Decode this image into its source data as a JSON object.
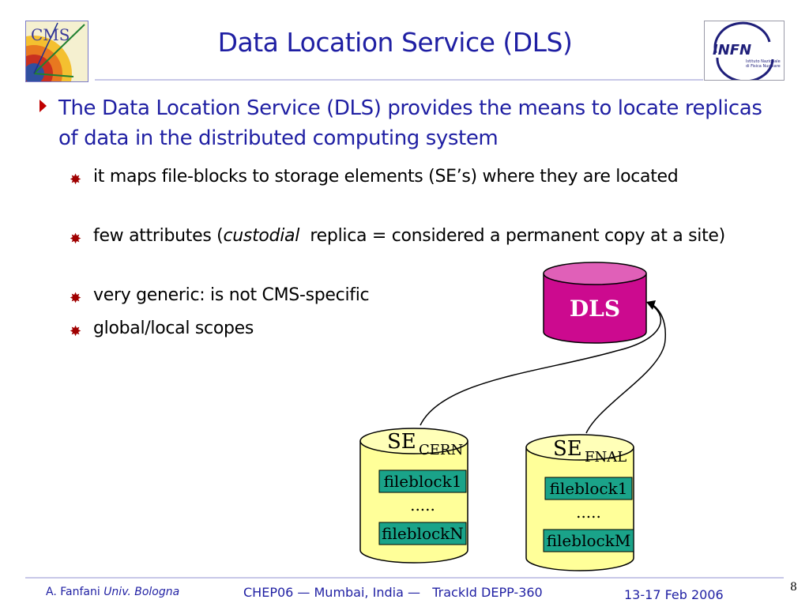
{
  "slide": {
    "title": "Data Location Service (DLS)",
    "bullet_main": "The Data Location Service (DLS) provides the means to locate replicas of data in the distributed computing system",
    "sub_bullets": [
      {
        "text": "it maps file-blocks to storage elements (SE’s) where they are located"
      },
      {
        "pre": "few attributes (",
        "italic": "custodial",
        "post": "  replica = considered a permanent copy at a site)"
      },
      {
        "text": "very generic: is not CMS-specific"
      },
      {
        "text": "global/local scopes"
      }
    ]
  },
  "logos": {
    "cms_text": "CMS",
    "infn_text": "INFN",
    "infn_sub1": "Istituto Nazionale",
    "infn_sub2": "di Fisica Nucleare"
  },
  "diagram": {
    "dls_label": "DLS",
    "se_cern": {
      "main": "SE",
      "sub": "CERN",
      "block1": "fileblock1",
      "dots": ".....",
      "blockN": "fileblockN"
    },
    "se_fnal": {
      "main": "SE",
      "sub": "FNAL",
      "block1": "fileblock1",
      "dots": ".....",
      "blockN": "fileblockM"
    },
    "colors": {
      "dls_fill": "#cc0a8f",
      "se_fill": "#ffff99",
      "block_fill": "#1aa389"
    }
  },
  "footer": {
    "author": "A. Fanfani",
    "affiliation": "Univ. Bologna",
    "conference": "CHEP06 — Mumbai, India —   TrackId DEPP-360",
    "date": "13-17 Feb 2006",
    "page": "8"
  }
}
